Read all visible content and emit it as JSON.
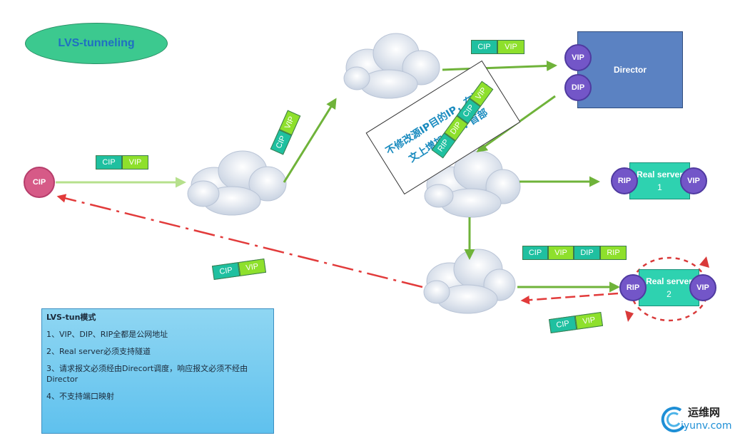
{
  "title": "LVS-tunneling",
  "client": {
    "label": "CIP"
  },
  "director": {
    "label": "Director",
    "vip": "VIP",
    "dip": "DIP"
  },
  "real_server_1": {
    "name": "Real server",
    "number": "1",
    "rip": "RIP",
    "vip": "VIP"
  },
  "real_server_2": {
    "name": "Real server",
    "number": "2",
    "rip": "RIP",
    "vip": "VIP"
  },
  "packet_labels": {
    "cip": "CIP",
    "vip": "VIP",
    "dip": "DIP",
    "rip": "RIP"
  },
  "annotation": {
    "line1": "不修改源IP目的IP，在源报",
    "line2": "文上增加一个IP首部"
  },
  "info_box": {
    "heading": "LVS-tun模式",
    "items": [
      "1、VIP、DIP、RIP全都是公网地址",
      "2、Real server必须支持隧道",
      "3、请求报文必须经由Direcort调度，响应报文必须不经由Director",
      "4、不支持端口映射"
    ]
  },
  "watermark": {
    "text1": "运维网",
    "text2": "iyunv.com"
  },
  "colors": {
    "forward_arrow": "#6fb33a",
    "return_arrow": "#e23b3b",
    "cloud": "#dfe6f0"
  }
}
